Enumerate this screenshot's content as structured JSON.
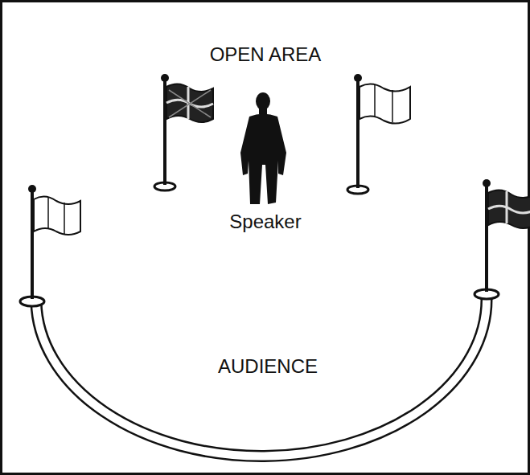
{
  "diagram": {
    "labels": [
      "OPEN AREA",
      "Speaker",
      "AUDIENCE"
    ]
  }
}
